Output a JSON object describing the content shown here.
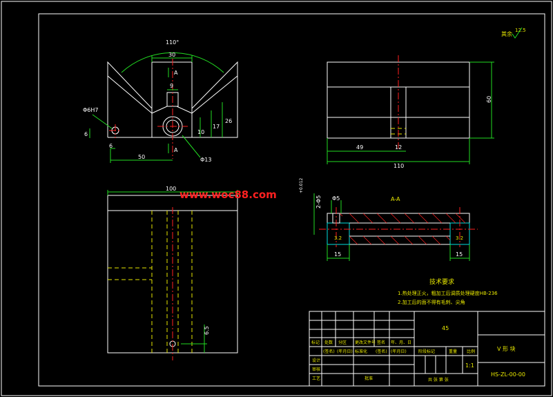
{
  "watermark": "www.woc88.com",
  "roughness": {
    "label": "其余",
    "value": "12.5"
  },
  "front_view": {
    "dims": {
      "angle": "110°",
      "top_width": "30",
      "slot": "9",
      "pin_hole": "Φ6H7",
      "height_6": "6",
      "offset_6": "6",
      "width_50": "50",
      "h10": "10",
      "h17": "17",
      "h26": "26",
      "bore": "Φ13"
    },
    "section_mark": "A"
  },
  "side_view": {
    "dims": {
      "height": "60",
      "d49": "49",
      "d12": "12",
      "width": "110"
    }
  },
  "top_view": {
    "dims": {
      "width": "100",
      "d65": "6.5"
    }
  },
  "section_view": {
    "title": "A-A",
    "dims": {
      "hole": "2-Φ5",
      "tol": "+0.012",
      "d5": "Φ5",
      "r1": "3.2",
      "r2": "3.2",
      "l1": "15",
      "l2": "15"
    }
  },
  "tech_req": {
    "title": "技术要求",
    "items": [
      "1.热处理正火，粗加工后调质处理硬度HB-236",
      "2.加工后的面不得有毛刺、尖角"
    ]
  },
  "title_block": {
    "material": "45",
    "part_name": "V 形 块",
    "drawing_no": "HS-ZL-00-00",
    "scale_label": "比例",
    "scale": "1:1",
    "weight_label": "重量",
    "stage_label": "阶段标记",
    "sheets": "共  张  第  张",
    "rev_headers": [
      "标记",
      "处数",
      "分区",
      "更改文件号",
      "签名",
      "年、月、日"
    ],
    "sign_row": [
      "(签名)",
      "(年月日)",
      "标准化",
      "(签名)",
      "(年月日)"
    ],
    "roles": [
      "设计",
      "审核",
      "工艺"
    ],
    "approve": "批准"
  }
}
